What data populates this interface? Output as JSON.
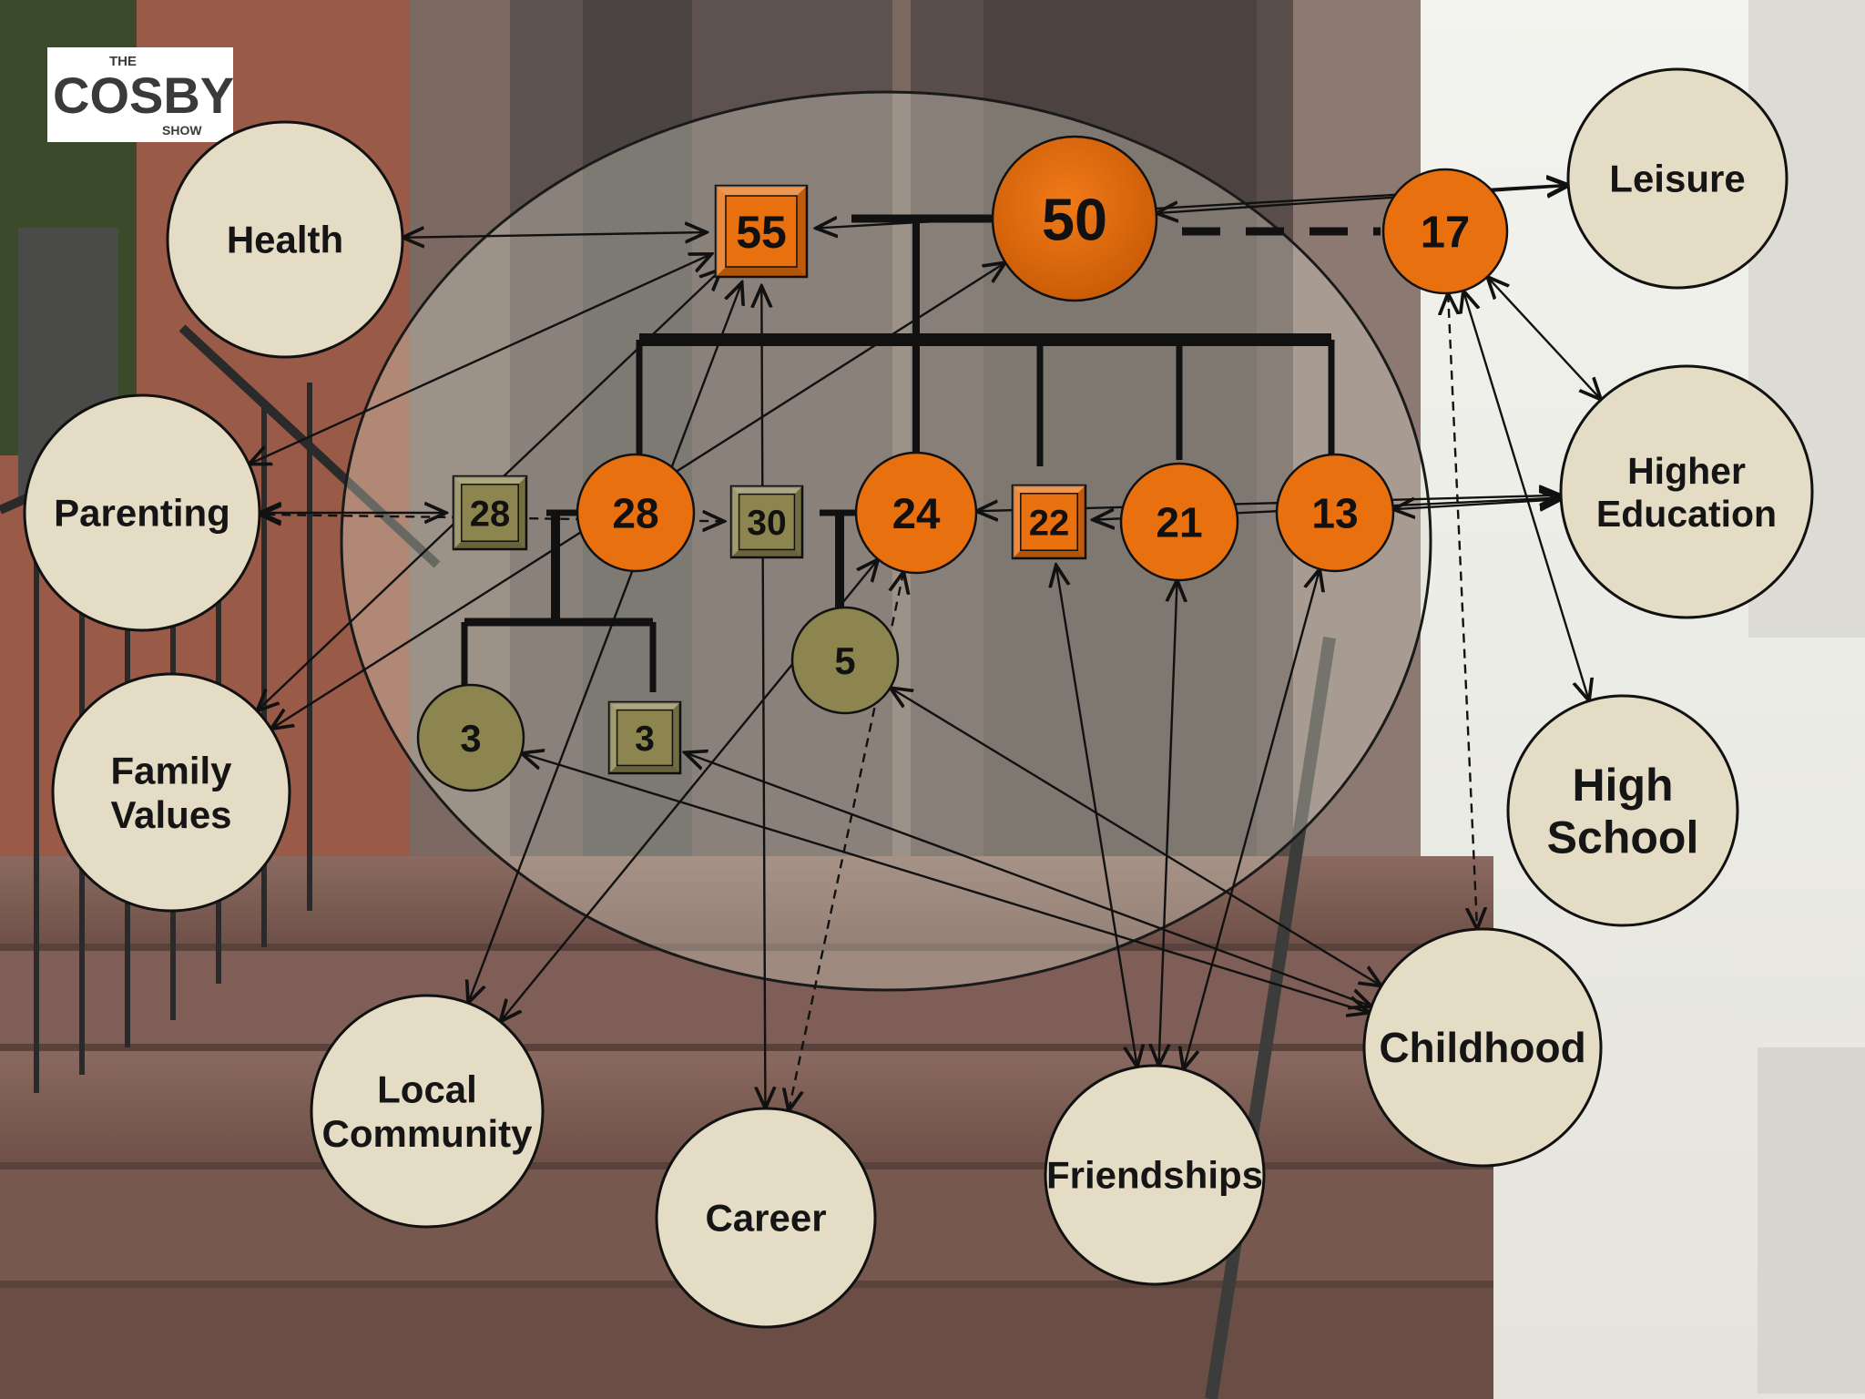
{
  "logo": {
    "line1": "THE",
    "line2": "COSBY",
    "line3": "SHOW"
  },
  "family_members": [
    {
      "id": "m55",
      "age": "55",
      "shape": "square",
      "color": "#e8700f"
    },
    {
      "id": "m50",
      "age": "50",
      "shape": "circle",
      "color": "#e8700f"
    },
    {
      "id": "m17",
      "age": "17",
      "shape": "circle",
      "color": "#e8700f"
    },
    {
      "id": "m28a",
      "age": "28",
      "shape": "square",
      "color": "#8c8550"
    },
    {
      "id": "m28b",
      "age": "28",
      "shape": "circle",
      "color": "#e8700f"
    },
    {
      "id": "m30",
      "age": "30",
      "shape": "square",
      "color": "#8c8550"
    },
    {
      "id": "m24",
      "age": "24",
      "shape": "circle",
      "color": "#e8700f"
    },
    {
      "id": "m22",
      "age": "22",
      "shape": "square",
      "color": "#e8700f"
    },
    {
      "id": "m21",
      "age": "21",
      "shape": "circle",
      "color": "#e8700f"
    },
    {
      "id": "m13",
      "age": "13",
      "shape": "circle",
      "color": "#e8700f"
    },
    {
      "id": "m5",
      "age": "5",
      "shape": "circle",
      "color": "#8c8550"
    },
    {
      "id": "m3a",
      "age": "3",
      "shape": "circle",
      "color": "#8c8550"
    },
    {
      "id": "m3b",
      "age": "3",
      "shape": "square",
      "color": "#8c8550"
    }
  ],
  "domains": [
    {
      "id": "health",
      "lines": [
        "Health"
      ]
    },
    {
      "id": "parenting",
      "lines": [
        "Parenting"
      ]
    },
    {
      "id": "family_values",
      "lines": [
        "Family",
        "Values"
      ]
    },
    {
      "id": "local_community",
      "lines": [
        "Local",
        "Community"
      ]
    },
    {
      "id": "career",
      "lines": [
        "Career"
      ]
    },
    {
      "id": "friendships",
      "lines": [
        "Friendships"
      ]
    },
    {
      "id": "childhood",
      "lines": [
        "Childhood"
      ]
    },
    {
      "id": "high_school",
      "lines": [
        "High",
        "School"
      ]
    },
    {
      "id": "higher_education",
      "lines": [
        "Higher",
        "Education"
      ]
    },
    {
      "id": "leisure",
      "lines": [
        "Leisure"
      ]
    }
  ],
  "connections": [
    {
      "from": "m55",
      "to": "health",
      "style": "solid"
    },
    {
      "from": "m55",
      "to": "parenting",
      "style": "solid"
    },
    {
      "from": "m55",
      "to": "family_values",
      "style": "solid"
    },
    {
      "from": "m55",
      "to": "career",
      "style": "solid"
    },
    {
      "from": "m55",
      "to": "local_community",
      "style": "solid"
    },
    {
      "from": "m55",
      "to": "leisure",
      "style": "solid"
    },
    {
      "from": "m50",
      "to": "leisure",
      "style": "solid"
    },
    {
      "from": "m50",
      "to": "family_values",
      "style": "solid"
    },
    {
      "from": "m17",
      "to": "childhood",
      "style": "dashed"
    },
    {
      "from": "m17",
      "to": "high_school",
      "style": "solid"
    },
    {
      "from": "m17",
      "to": "higher_education",
      "style": "solid"
    },
    {
      "from": "m28a",
      "to": "parenting",
      "style": "solid"
    },
    {
      "from": "m30",
      "to": "parenting",
      "style": "dashed"
    },
    {
      "from": "m24",
      "to": "career",
      "style": "dashed"
    },
    {
      "from": "m24",
      "to": "local_community",
      "style": "solid"
    },
    {
      "from": "m24",
      "to": "higher_education",
      "style": "solid"
    },
    {
      "from": "m22",
      "to": "friendships",
      "style": "solid"
    },
    {
      "from": "m22",
      "to": "higher_education",
      "style": "solid"
    },
    {
      "from": "m21",
      "to": "friendships",
      "style": "solid"
    },
    {
      "from": "m13",
      "to": "friendships",
      "style": "solid"
    },
    {
      "from": "m13",
      "to": "higher_education",
      "style": "solid"
    },
    {
      "from": "m5",
      "to": "childhood",
      "style": "solid"
    },
    {
      "from": "m3a",
      "to": "childhood",
      "style": "solid"
    },
    {
      "from": "m3b",
      "to": "childhood",
      "style": "solid"
    }
  ]
}
